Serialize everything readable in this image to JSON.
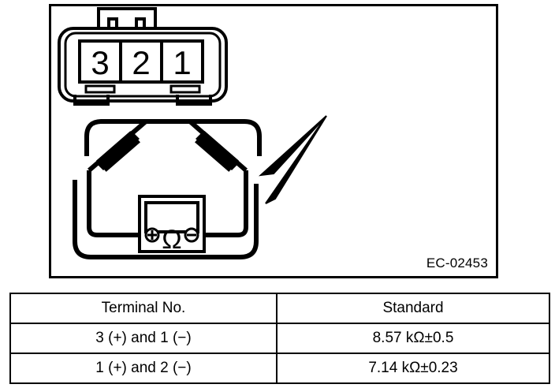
{
  "figure": {
    "reference_code": "EC-02453",
    "connector": {
      "name": "3-pin-connector",
      "pin_labels": [
        "3",
        "2",
        "1"
      ]
    },
    "meter": {
      "name": "ohmmeter",
      "unit_symbol": "Ω",
      "terminal_positive": "+",
      "terminal_negative": "−",
      "probe_count": 2
    }
  },
  "table": {
    "headers": [
      "Terminal No.",
      "Standard"
    ],
    "rows": [
      {
        "terminal": "3 (+) and 1 (−)",
        "standard": "8.57 kΩ±0.5"
      },
      {
        "terminal": "1 (+) and 2 (−)",
        "standard": "7.14 kΩ±0.23"
      }
    ]
  },
  "colors": {
    "line": "#000000",
    "background": "#ffffff"
  }
}
